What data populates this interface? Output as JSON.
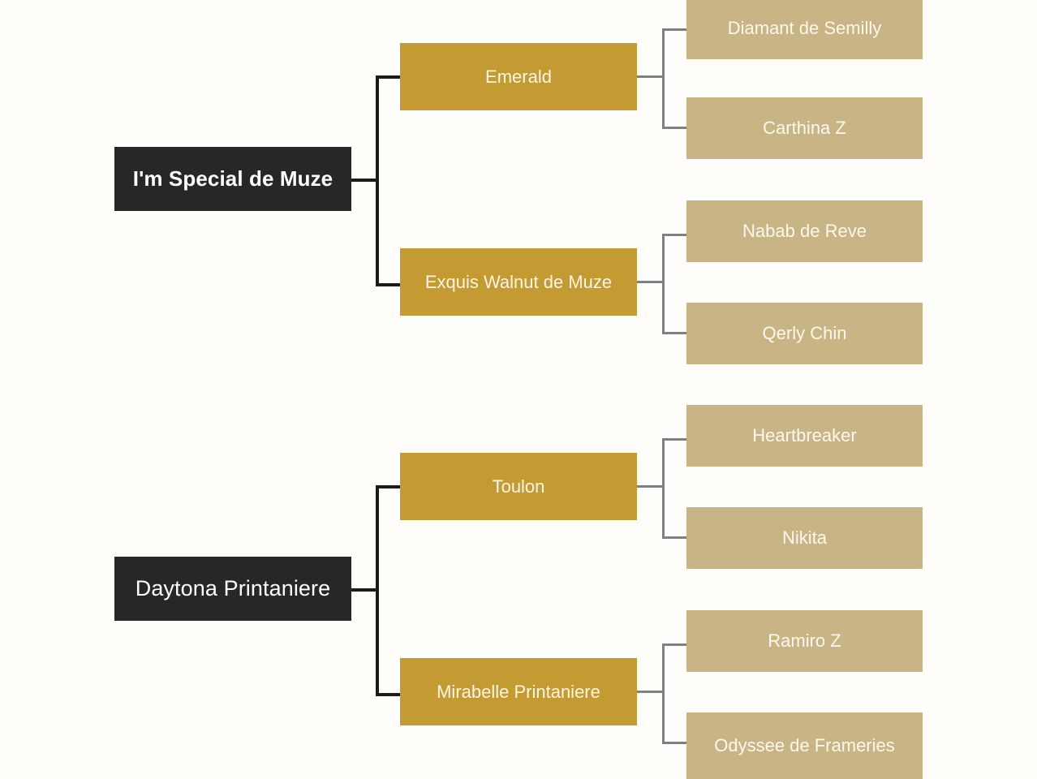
{
  "diagram": {
    "type": "pedigree-tree",
    "title_visible": false,
    "background_color": "#fffefb",
    "colors": {
      "root_box": "#272727",
      "root_text": "#ffffff",
      "parent_box": "#c49a32",
      "parent_text": "#fdf6e4",
      "grandparent_box": "#c9b486",
      "grandparent_text": "#fdf8ee",
      "connector_root": "#1c1c1c",
      "connector_parent": "#7f8083"
    }
  },
  "trees": [
    {
      "id": "tree-1",
      "root": {
        "label": "I'm Special de Muze",
        "bold": true
      },
      "parents": [
        {
          "label": "Emerald",
          "grandparents": [
            {
              "label": "Diamant de Semilly"
            },
            {
              "label": "Carthina Z"
            }
          ]
        },
        {
          "label": "Exquis Walnut de Muze",
          "grandparents": [
            {
              "label": "Nabab de Reve"
            },
            {
              "label": "Qerly Chin"
            }
          ]
        }
      ]
    },
    {
      "id": "tree-2",
      "root": {
        "label": "Daytona Printaniere",
        "bold": false
      },
      "parents": [
        {
          "label": "Toulon",
          "grandparents": [
            {
              "label": "Heartbreaker"
            },
            {
              "label": "Nikita"
            }
          ]
        },
        {
          "label": "Mirabelle Printaniere",
          "grandparents": [
            {
              "label": "Ramiro Z"
            },
            {
              "label": "Odyssee de Frameries"
            }
          ]
        }
      ]
    }
  ]
}
